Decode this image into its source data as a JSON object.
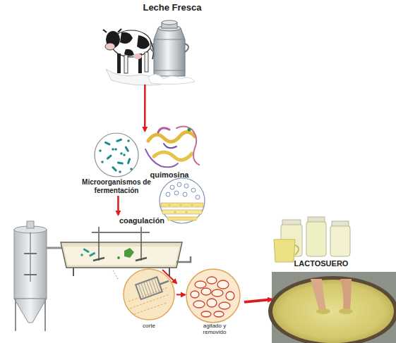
{
  "diagram": {
    "nodes": [
      {
        "text": [
          "Leche Fresca"
        ]
      },
      {
        "text": [
          "Microorganismos de fermentación"
        ]
      },
      {
        "text": [
          "quimosina"
        ]
      },
      {
        "text": [
          "coagulación"
        ]
      },
      {
        "text": [
          "corte"
        ]
      },
      {
        "text": [
          "agitado y removido"
        ]
      },
      {
        "text": [
          "LACTOSUERO"
        ]
      }
    ],
    "edges": [
      {
        "from": 0,
        "to": 1,
        "arrow": "to"
      },
      {
        "from": 1,
        "to": 3,
        "arrow": "to"
      },
      {
        "from": 3,
        "to": 4,
        "arrow": "to"
      },
      {
        "from": 4,
        "to": 5,
        "arrow": "to"
      },
      {
        "from": 5,
        "to": 6,
        "arrow": "to"
      }
    ]
  }
}
